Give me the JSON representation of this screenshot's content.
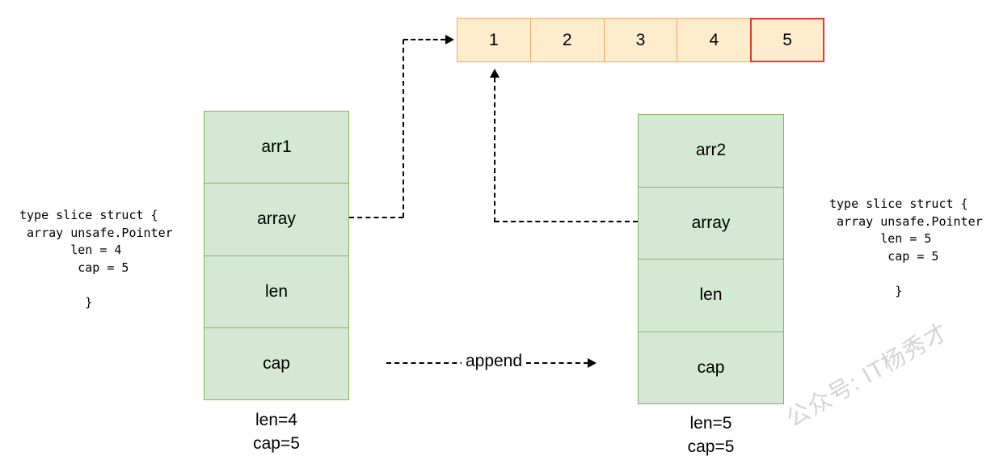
{
  "colors": {
    "array_fill": "#ffeccd",
    "array_border": "#f0a860",
    "highlight_border": "#e53935",
    "struct_fill": "#d5e8d4",
    "struct_border": "#82b366",
    "line": "#000000",
    "watermark": "#d4d4d4"
  },
  "backing_array": {
    "cells": [
      "1",
      "2",
      "3",
      "4",
      "5"
    ],
    "highlighted_cell": "5"
  },
  "left_struct": {
    "rows": [
      "arr1",
      "array",
      "len",
      "cap"
    ],
    "caption": [
      "len=4",
      "cap=5"
    ]
  },
  "right_struct": {
    "rows": [
      "arr2",
      "array",
      "len",
      "cap"
    ],
    "caption": [
      "len=5",
      "cap=5"
    ]
  },
  "left_code": {
    "lines": [
      "type slice struct {",
      " array unsafe.Pointer",
      "       len = 4",
      "        cap = 5",
      "",
      "         }"
    ]
  },
  "right_code": {
    "lines": [
      "type slice struct {",
      " array unsafe.Pointer",
      "       len = 5",
      "        cap = 5",
      "",
      "         }"
    ]
  },
  "append_label": "append",
  "watermark_text": "公众号: IT杨秀才"
}
